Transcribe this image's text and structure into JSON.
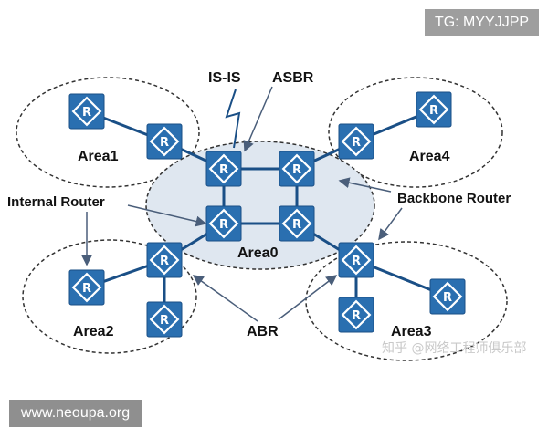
{
  "watermarks": {
    "top_right": "TG: MYYJJPP",
    "bottom_left": "www.neoupa.org",
    "bottom_right": "知乎 @网络工程师俱乐部"
  },
  "router_letter": "R",
  "labels": {
    "area1": "Area1",
    "area2": "Area2",
    "area3": "Area3",
    "area4": "Area4",
    "area0": "Area0",
    "isis": "IS-IS",
    "asbr": "ASBR",
    "internal_router": "Internal Router",
    "backbone_router": "Backbone Router",
    "abr": "ABR"
  },
  "colors": {
    "router_fill": "#2a6fb0",
    "backbone_fill": "#dfe7f0"
  }
}
